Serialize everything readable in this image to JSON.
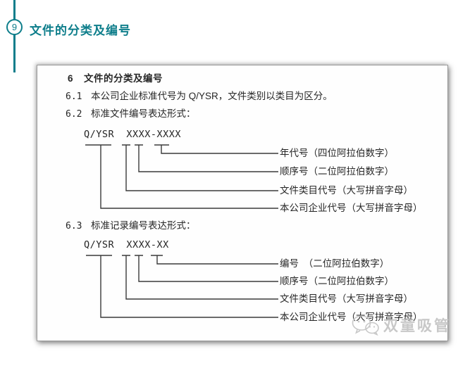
{
  "header": {
    "number": "9",
    "title": "文件的分类及编号"
  },
  "theme": {
    "accent_color": "#0E7E8B",
    "doc_text_color": "#262626",
    "diagram_line_color": "#3a3a3a",
    "doc_border_color": "#9a9a9a",
    "watermark_color": "#c8c8c8"
  },
  "document": {
    "heading": {
      "num": "6",
      "text": "文件的分类及编号"
    },
    "clause_6_1": {
      "num": "6.1",
      "text": "本公司企业标准代号为 Q/YSR，文件类别以类目为区分。"
    },
    "clause_6_2": {
      "num": "6.2",
      "text": "标准文件编号表达形式："
    },
    "code_standard_file": "Q/YSR  XXXX-XXXX",
    "diagram_file_labels": [
      "年代号（四位阿拉伯数字）",
      "顺序号（二位阿拉伯数字）",
      "文件类目代号（大写拼音字母）",
      "本公司企业代号（大写拼音字母）"
    ],
    "clause_6_3": {
      "num": "6.3",
      "text": "标准记录编号表达形式："
    },
    "code_standard_record": "Q/YSR  XXXX-XX",
    "diagram_record_labels": [
      "编号　（二位阿拉伯数字）",
      "顺序号（二位阿拉伯数字）",
      "文件类目代号（大写拼音字母）",
      "本公司企业代号（大写拼音字母）"
    ]
  },
  "watermark": {
    "text": "双童吸管",
    "icon": "wechat-icon"
  }
}
